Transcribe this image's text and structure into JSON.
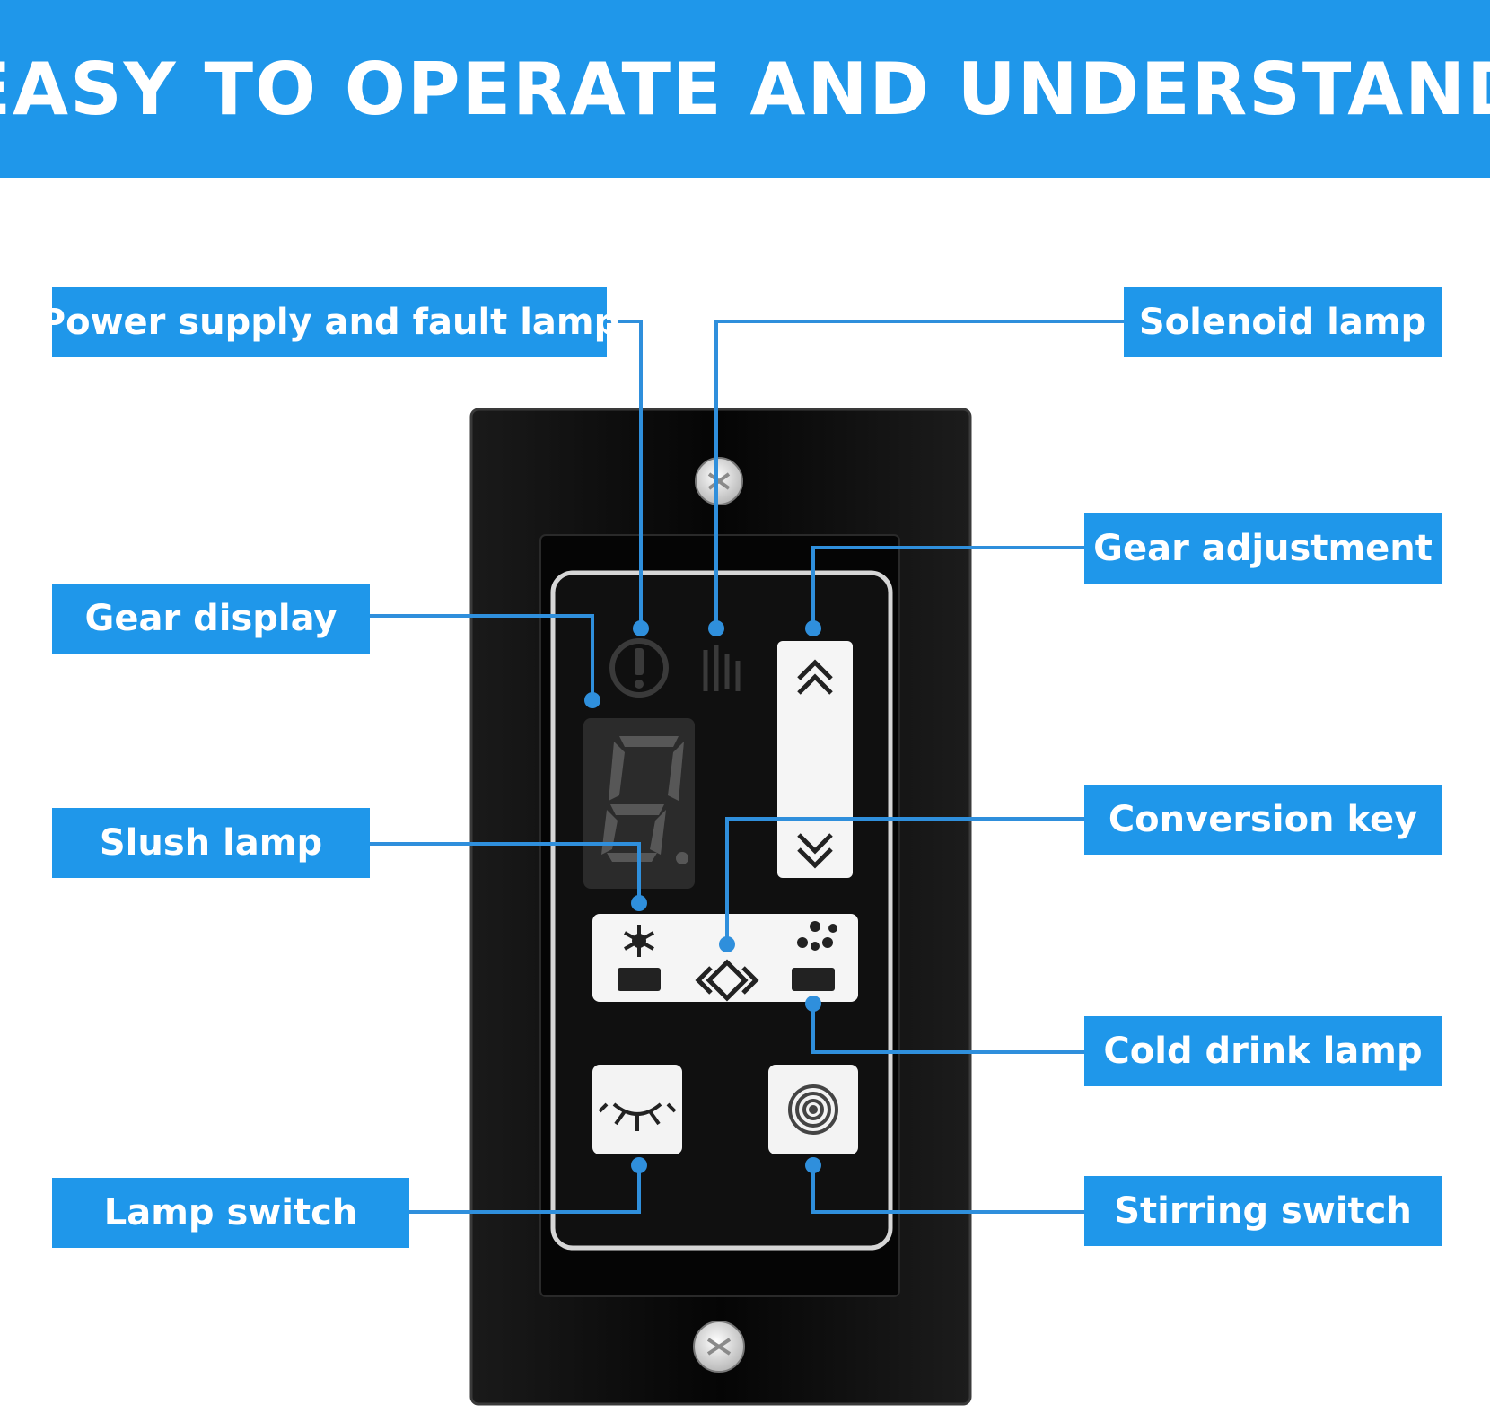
{
  "banner": {
    "title": "EASY TO OPERATE AND UNDERSTAND"
  },
  "labels": {
    "power_supply_fault_lamp": "Power supply and fault lamp",
    "solenoid_lamp": "Solenoid lamp",
    "gear_adjustment": "Gear adjustment",
    "gear_display": "Gear display",
    "slush_lamp": "Slush lamp",
    "conversion_key": "Conversion key",
    "cold_drink_lamp": "Cold drink lamp",
    "lamp_switch": "Lamp switch",
    "stirring_switch": "Stirring switch"
  },
  "display": {
    "digit": "8"
  },
  "colors": {
    "accent": "#1f97ea",
    "panel": "#0b0b0b",
    "leader": "#2f8fdc"
  },
  "icons": {
    "fault": "fault-warning-icon",
    "solenoid": "solenoid-coil-icon",
    "up": "chevron-up-double-icon",
    "down": "chevron-down-double-icon",
    "slush": "snowflake-icon",
    "conversion": "conversion-arrows-icon",
    "cold_drink": "drops-icon",
    "lamp": "lamp-light-icon",
    "stir": "spiral-stir-icon",
    "screw": "screw-icon"
  }
}
